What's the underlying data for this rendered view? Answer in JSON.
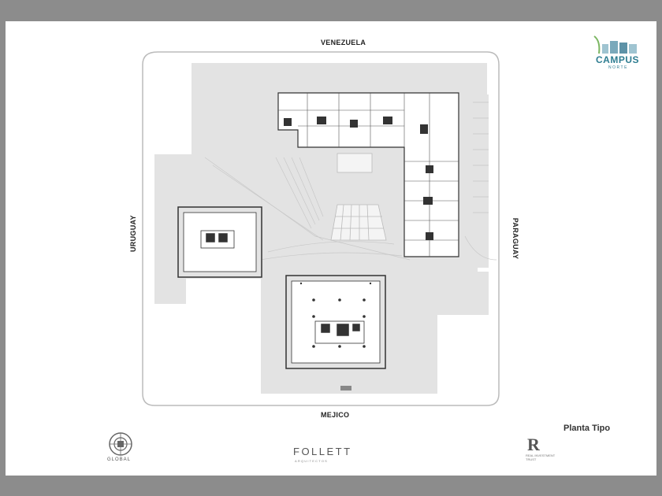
{
  "streets": {
    "north": "VENEZUELA",
    "south": "MEJICO",
    "west": "URUGUAY",
    "east": "PARAGUAY"
  },
  "plan_title": "Planta Tipo",
  "logos": {
    "project_name": "CAMPUS",
    "project_sub": "NORTE",
    "architect": "FOLLETT",
    "architect_sub": "ARQUITECTOS",
    "global": "GLOBAL",
    "investor_mark": "R",
    "investor_sub": "REAL INVESTMENT TRUST"
  },
  "colors": {
    "frame": "#8c8c8c",
    "site": "#e3e3e3",
    "building_outline": "#333333",
    "brand": "#2e7d91"
  }
}
